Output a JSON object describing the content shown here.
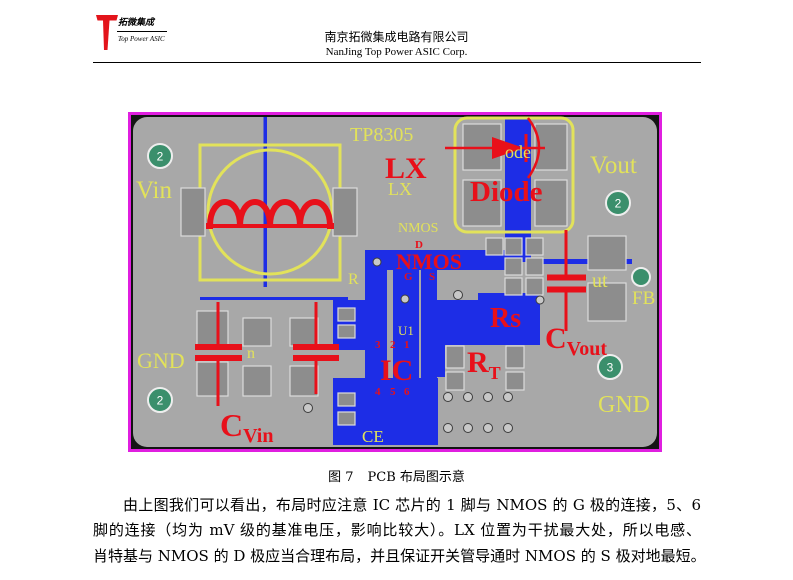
{
  "header": {
    "logo_cn": "拓微集成",
    "logo_en": "Top Power ASIC",
    "company_cn": "南京拓微集成电路有限公司",
    "company_en": "NanJing Top Power ASIC Corp."
  },
  "figure": {
    "number": "图 7",
    "caption": "PCB 布局图示意",
    "pcb": {
      "chip_silk": "TP8305",
      "lx_note": "LX",
      "lx_silk": "LX",
      "diode_silk": "ode",
      "diode_note": "Diode",
      "vout_silk": "Vout",
      "vin_silk": "Vin",
      "nmos_silk": "NMOS",
      "nmos_drain": "D",
      "nmos_note": "NMOS",
      "nmos_gate": "G",
      "nmos_source": "S",
      "r_silk": "R",
      "out_silk": "ut",
      "fb_silk": "FB",
      "rs_note": "Rs",
      "cvout_note": {
        "main": "C",
        "sub": "Vout"
      },
      "gnd_left_silk": "GND",
      "partial_silk": "n",
      "u1_silk": "U1",
      "ic_pins_top": [
        "3",
        "2",
        "1"
      ],
      "ic_note": "IC",
      "ic_pins_bottom": [
        "4",
        "5",
        "6"
      ],
      "rt_note": {
        "main": "R",
        "sub": "T"
      },
      "gnd_right_silk": "GND",
      "cvin_note": {
        "main": "C",
        "sub": "Vin"
      },
      "ce_silk": "CE",
      "test_pads": [
        "2",
        "2",
        "2",
        "3"
      ]
    }
  },
  "body": {
    "lines": [
      "由上图我们可以看出，布局时应注意 IC 芯片的 1 脚与 NMOS 的 G 极的连接，5、6",
      "脚的连接（均为 mV 级的基准电压，影响比较大）。LX 位置为干扰最大处，所以电感、",
      "肖特基与 NMOS 的 D 极应当合理布局，并且保证开关管导通时 NMOS 的 S 极对地最短。"
    ]
  },
  "colors": {
    "logo": "#e3141b",
    "silkscreen": "#e2e25a",
    "annotation": "#e8101a",
    "copper": "#1d2de6",
    "board": "#a8a8a8",
    "outline": "#e01fe0",
    "test_pad": "#3b8f6c"
  }
}
